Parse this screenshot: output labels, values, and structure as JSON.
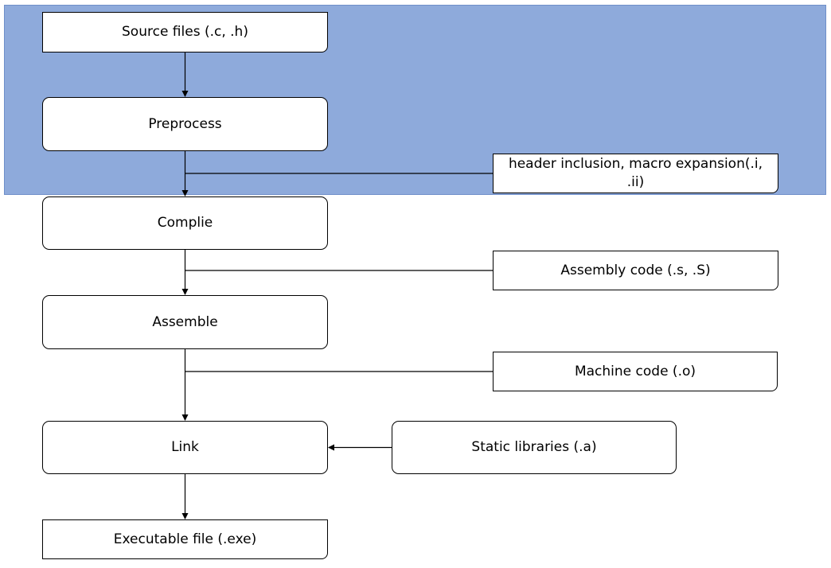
{
  "diagram": {
    "highlight_color": "#8eaadb",
    "stages": {
      "source_files": "Source files (.c, .h)",
      "preprocess": "Preprocess",
      "compile": "Complie",
      "assemble": "Assemble",
      "link": "Link",
      "executable": "Executable file (.exe)"
    },
    "outputs": {
      "preprocessed": "header inclusion, macro expansion(.i, .ii)",
      "assembly_code": "Assembly code (.s, .S)",
      "machine_code": "Machine code (.o)"
    },
    "inputs": {
      "static_libraries": "Static libraries (.a)"
    }
  }
}
